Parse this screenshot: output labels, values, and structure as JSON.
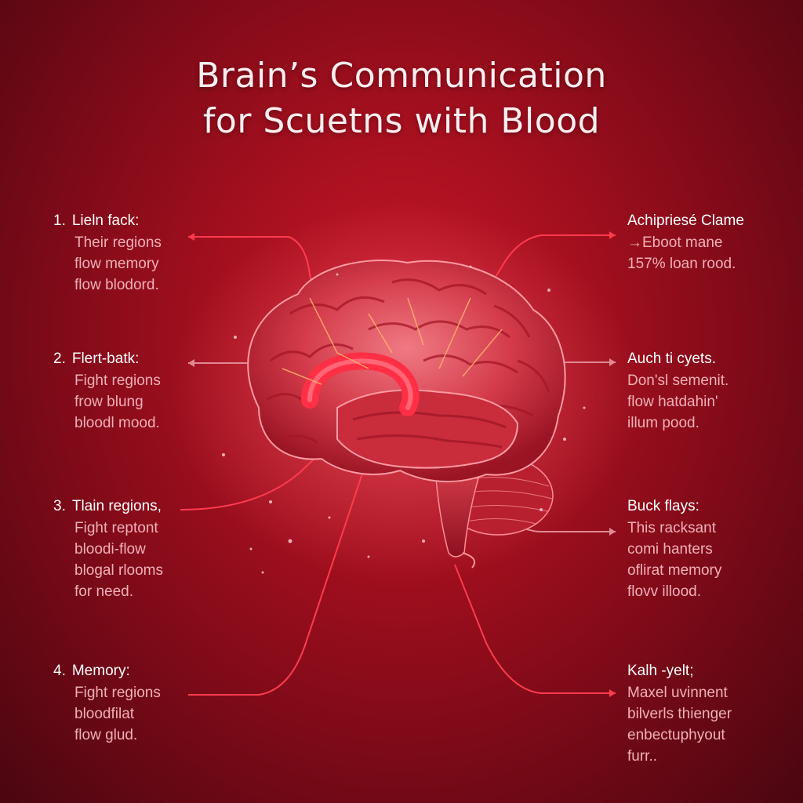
{
  "title": {
    "line1": "Brain’s Communication",
    "line2": "for Scuetns with Blood"
  },
  "left_notes": [
    {
      "number": "1.",
      "heading": "Lieln fack:",
      "lines": [
        "Their regions",
        "flow memory",
        "flow blodord."
      ]
    },
    {
      "number": "2.",
      "heading": "Flert-batk:",
      "lines": [
        "Fight regions",
        "frow blung",
        "bloodl mood."
      ]
    },
    {
      "number": "3.",
      "heading": "Tlain regions,",
      "lines": [
        "Fight reptont",
        "bloodi-flow",
        "blogal rlooms",
        "for need."
      ]
    },
    {
      "number": "4.",
      "heading": "Memory:",
      "lines": [
        "Fight regions",
        "bloodfilat",
        "flow glud."
      ]
    }
  ],
  "right_notes": [
    {
      "heading": "Achipriesé Clame",
      "lines": [
        "→Eboot mane",
        "157% loan rood."
      ]
    },
    {
      "heading": "Auch ti cyets.",
      "lines": [
        "Don'sl semenit.",
        "flow hatdahin'",
        "illum pood."
      ]
    },
    {
      "heading": "Buck flays:",
      "lines": [
        "This racksant",
        "comi hanters",
        "oflirat memory",
        "flovv illood."
      ]
    },
    {
      "heading": "Kalh -yelt;",
      "lines": [
        "Maxel uvinnent",
        "bilverls thienger",
        "enbectuphyout",
        "furr.."
      ]
    }
  ],
  "colors": {
    "background": "#a8101f",
    "brain": "#d9424f",
    "connector": "#ff3b4e",
    "text": "#ffffff",
    "muted_text": "#f0b0b6"
  }
}
